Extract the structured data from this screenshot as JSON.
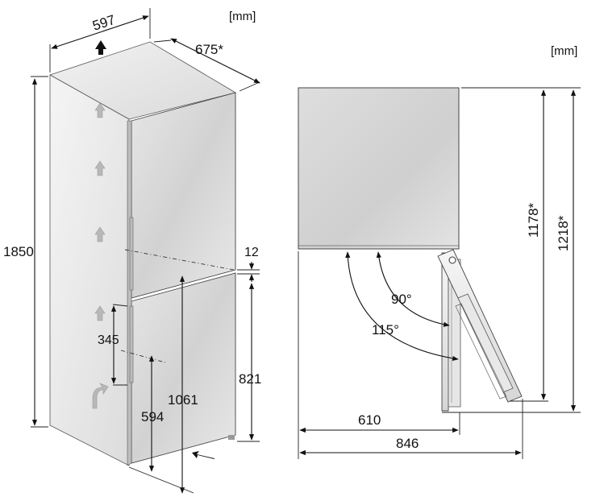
{
  "left_view": {
    "unit": "[mm]",
    "width": "597",
    "depth": "675*",
    "height": "1850",
    "handle_gap": "12",
    "lower_compartment_height": "821",
    "handle_length": "345",
    "lower_handle_height": "594",
    "freezer_top_height": "1061"
  },
  "right_view": {
    "unit": "[mm]",
    "angle_small": "90°",
    "angle_large": "115°",
    "door_open_depth_90": "610",
    "door_open_depth_115": "846",
    "width_with_door_90": "1178*",
    "width_with_door_115": "1218*"
  },
  "colors": {
    "body_gradient_light": "#f4f4f4",
    "body_gradient_dark": "#c9c9c9",
    "line": "#111111"
  }
}
